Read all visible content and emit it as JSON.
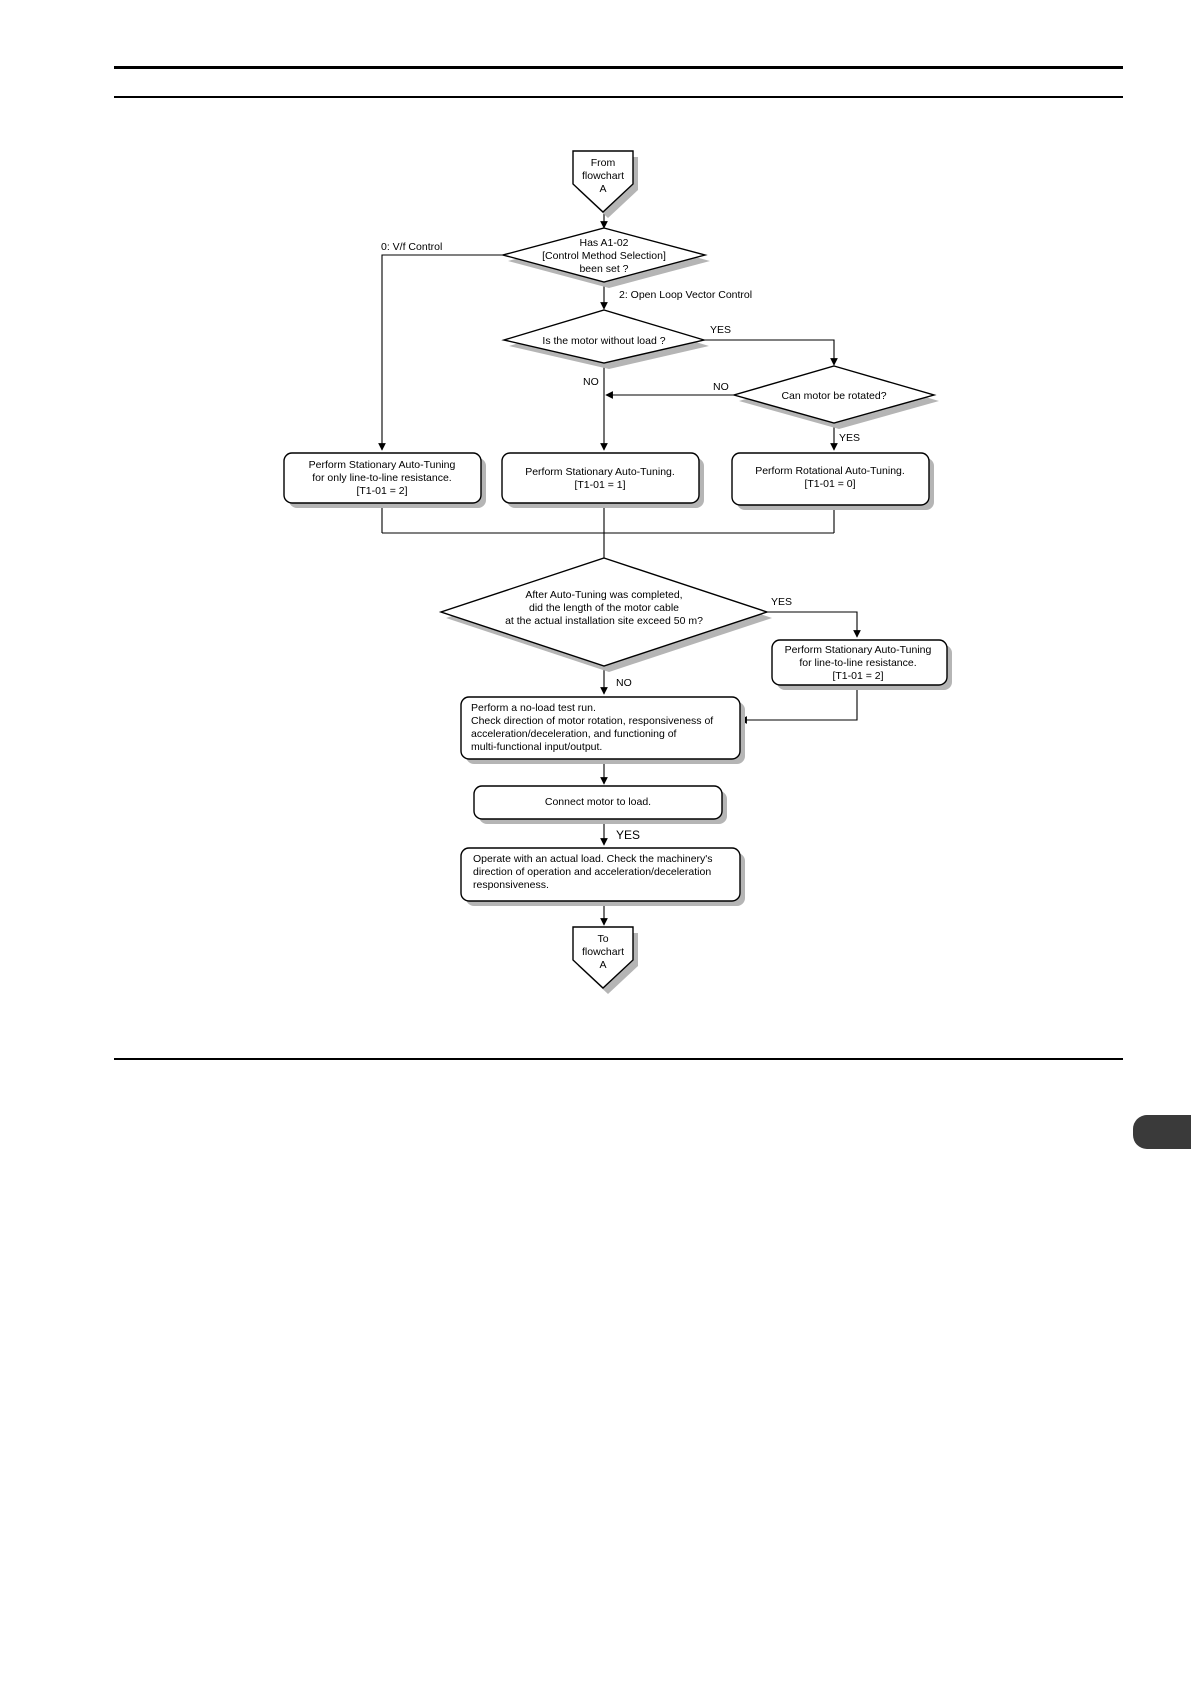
{
  "flowchart": {
    "start_terminal": [
      "From",
      "flowchart",
      "A"
    ],
    "end_terminal": [
      "To",
      "flowchart",
      "A"
    ],
    "decision_control_method": [
      "Has A1-02",
      "[Control Method Selection]",
      "been set ?"
    ],
    "label_vf_control": "0: V/f Control",
    "label_olv_control": "2: Open Loop Vector Control",
    "decision_without_load": "Is the motor without load ?",
    "decision_can_rotate": "Can motor be rotated?",
    "label_yes": "YES",
    "label_no": "NO",
    "box_stationary_line_only": [
      "Perform Stationary Auto-Tuning",
      "for only line-to-line resistance.",
      "[T1-01 = 2]"
    ],
    "box_stationary": [
      "Perform Stationary Auto-Tuning.",
      "[T1-01 = 1]"
    ],
    "box_rotational": [
      "Perform Rotational Auto-Tuning.",
      "[T1-01 = 0]"
    ],
    "decision_cable": [
      "After Auto-Tuning was completed,",
      "did the length of the motor cable",
      "at the actual installation site exceed 50 m?"
    ],
    "box_stationary_line": [
      "Perform Stationary Auto-Tuning",
      "for line-to-line resistance.",
      "[T1-01 = 2]"
    ],
    "box_no_load_test": [
      "Perform a no-load test run.",
      "Check direction of motor rotation, responsiveness of",
      "acceleration/deceleration, and functioning of",
      "multi-functional input/output."
    ],
    "box_connect": "Connect motor to load.",
    "box_operate": [
      "Operate with an actual load. Check the machinery's",
      "direction of operation and acceleration/deceleration",
      "responsiveness."
    ]
  }
}
